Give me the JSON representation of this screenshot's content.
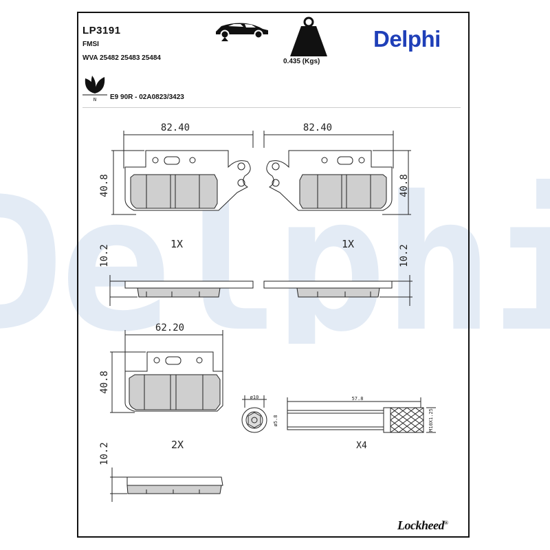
{
  "header": {
    "part_number": "LP3191",
    "fmsi_label": "FMSI",
    "wva_label": "WVA 25482 25483 25484",
    "certification": "E9 90R - 02A0823/3423",
    "weight": "0.435 (Kgs)",
    "brand": "Delphi",
    "footer_brand": "Lockheed",
    "footer_mark": "®"
  },
  "watermark": {
    "text": "Delphi",
    "color": "#e3ebf5"
  },
  "colors": {
    "brand_blue": "#1f3fb8",
    "pad_fill": "#cfcfcf",
    "line": "#222222"
  },
  "icons": {
    "car": "car-icon",
    "weight": "weight-icon",
    "eco": "eco-leaf-icon"
  },
  "drawing": {
    "top_left_width": "82.40",
    "top_right_width": "82.40",
    "top_left_height": "40.8",
    "top_right_height": "40.8",
    "top_left_thickness": "10.2",
    "top_right_thickness": "10.2",
    "top_left_qty": "1X",
    "top_right_qty": "1X",
    "bottom_width": "62.20",
    "bottom_height": "40.8",
    "bottom_thickness": "10.2",
    "bottom_qty": "2X",
    "pin_head_dia": "ø10",
    "pin_shaft_dia": "ø5.8",
    "pin_length": "57.8",
    "pin_thread": "M10X1.25",
    "pin_qty": "X4",
    "eco_mark": "N"
  }
}
